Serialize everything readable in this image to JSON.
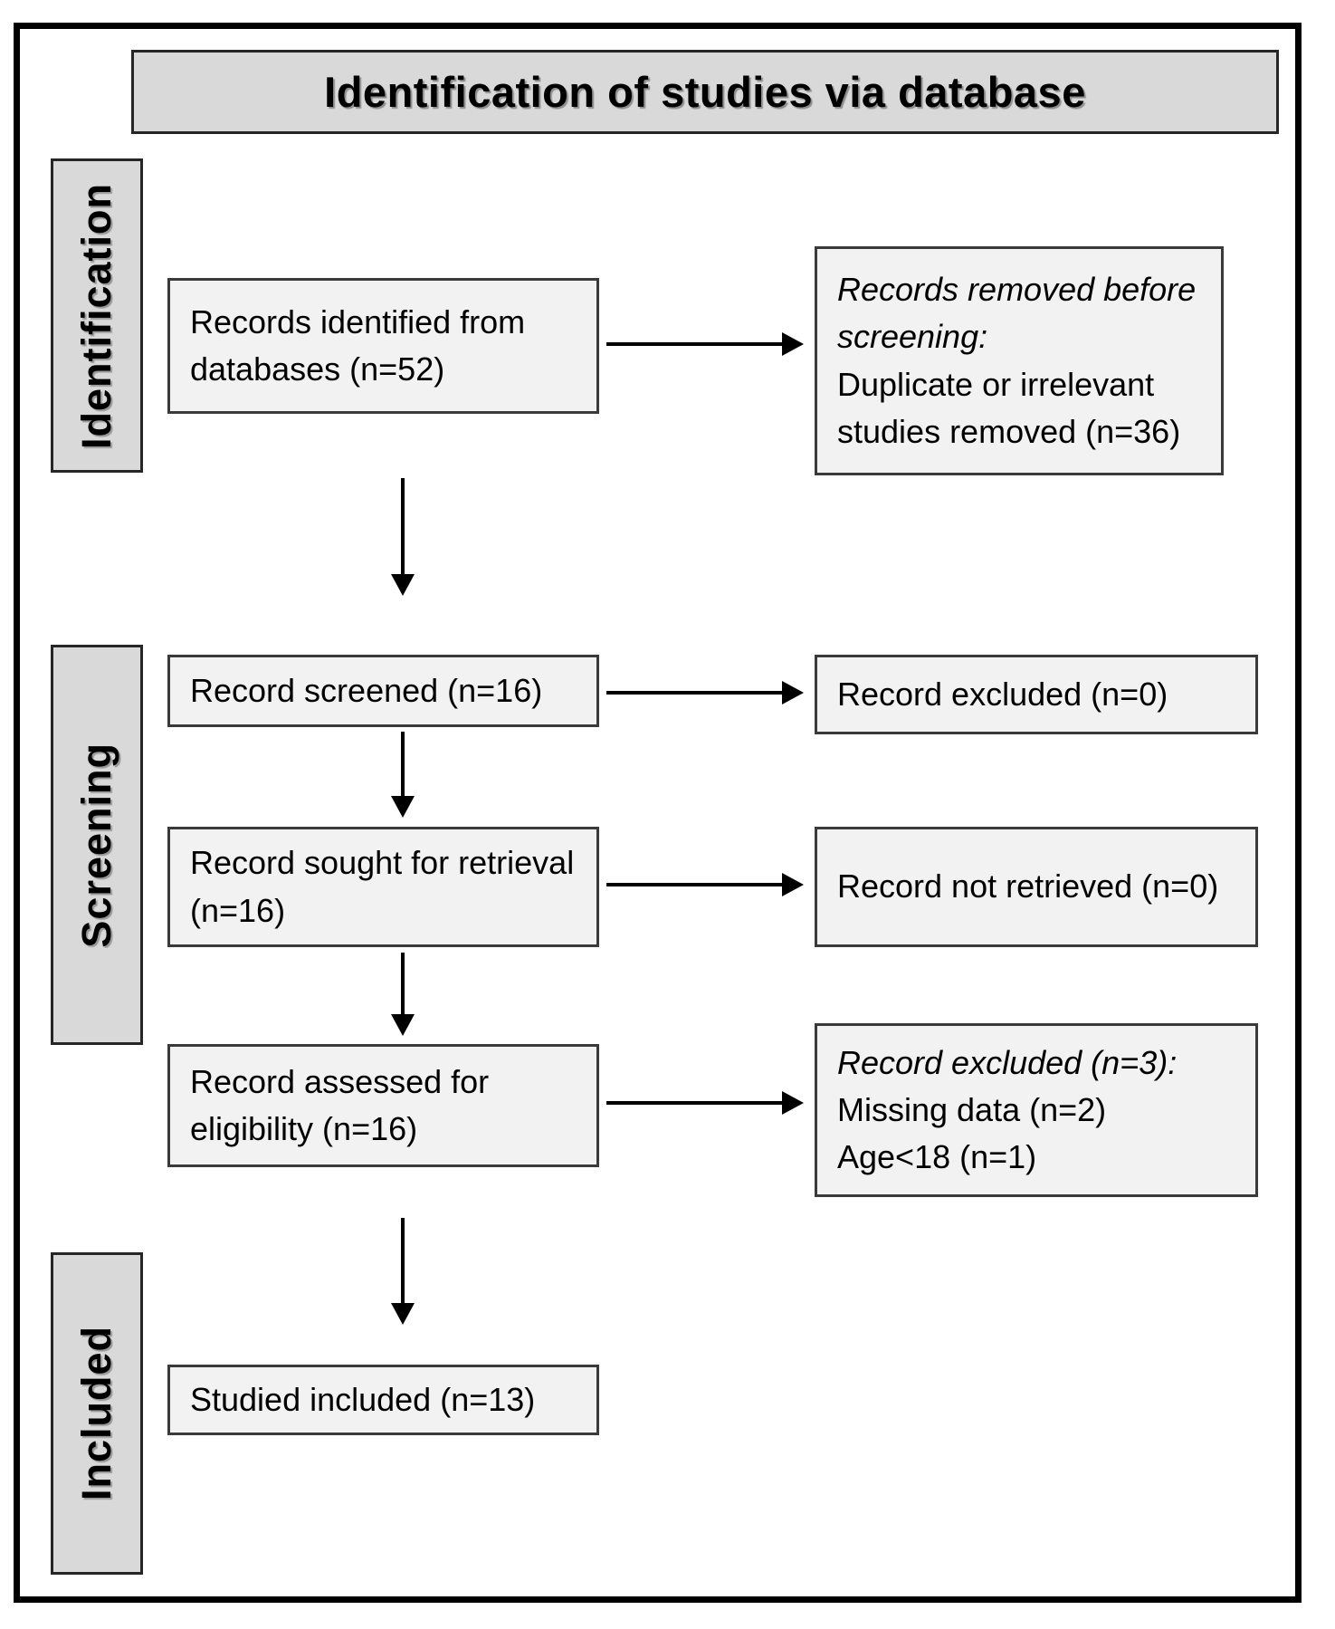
{
  "diagram": {
    "title": "Identification of studies via database",
    "phases": {
      "identification": "Identification",
      "screening": "Screening",
      "included": "Included"
    },
    "boxes": {
      "records_identified": {
        "text": "Records identified from databases (n=52)"
      },
      "records_removed": {
        "italic": "Records removed before screening:",
        "text": "Duplicate or irrelevant studies removed (n=36)"
      },
      "records_screened": {
        "text": "Record screened (n=16)"
      },
      "records_excluded": {
        "text": "Record excluded (n=0)"
      },
      "records_sought": {
        "text": "Record sought for retrieval (n=16)"
      },
      "records_not_retrieved": {
        "text": "Record not retrieved (n=0)"
      },
      "records_assessed": {
        "text": "Record assessed for eligibility (n=16)"
      },
      "records_excluded_reasons": {
        "italic": "Record excluded (n=3):",
        "lines": [
          "Missing data (n=2)",
          "Age<18 (n=1)"
        ]
      },
      "studies_included": {
        "text": "Studied included (n=13)"
      }
    },
    "colors": {
      "band_fill": "#d9d9d9",
      "box_fill": "#f2f2f2",
      "box_border": "#3a3a3a",
      "outer_border": "#000000"
    }
  }
}
